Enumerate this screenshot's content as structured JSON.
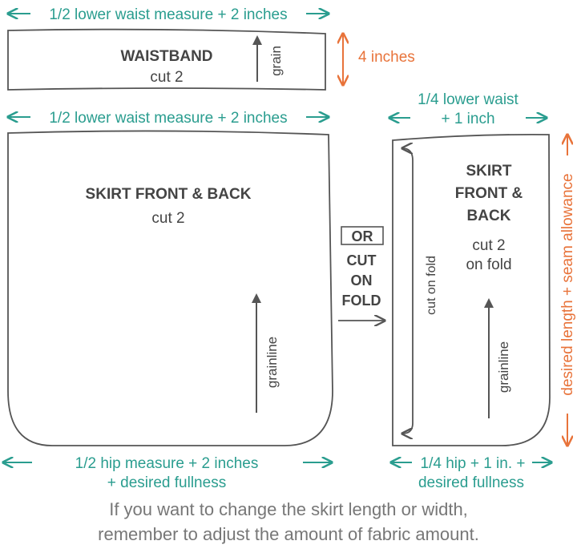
{
  "colors": {
    "teal": "#2a9d8f",
    "orange": "#e8733a",
    "outline": "#555555",
    "text": "#444444",
    "note": "#777777"
  },
  "waistband": {
    "width_label": "1/2 lower waist measure + 2 inches",
    "title": "WAISTBAND",
    "cut": "cut 2",
    "grain_label": "grain",
    "height_label": "4 inches"
  },
  "skirt_full": {
    "width_label": "1/2 lower waist measure + 2 inches",
    "title": "SKIRT FRONT & BACK",
    "cut": "cut 2",
    "grain_label": "grainline",
    "bottom_label_line1": "1/2 hip measure + 2 inches",
    "bottom_label_line2": "+ desired fullness"
  },
  "middle": {
    "or_label": "OR",
    "line1": "CUT",
    "line2": "ON",
    "line3": "FOLD"
  },
  "skirt_fold": {
    "top_label_line1": "1/4 lower waist",
    "top_label_line2": "+ 1 inch",
    "title_line1": "SKIRT",
    "title_line2": "FRONT &",
    "title_line3": "BACK",
    "cut_line1": "cut 2",
    "cut_line2": "on fold",
    "fold_label": "cut on fold",
    "grain_label": "grainline",
    "side_label": "desired length + seam allowance",
    "bottom_label_line1": "1/4 hip + 1 in. +",
    "bottom_label_line2": "desired fullness"
  },
  "footer": {
    "line1": "If you want to change the skirt length or width,",
    "line2": "remember to adjust the amount of fabric amount."
  }
}
